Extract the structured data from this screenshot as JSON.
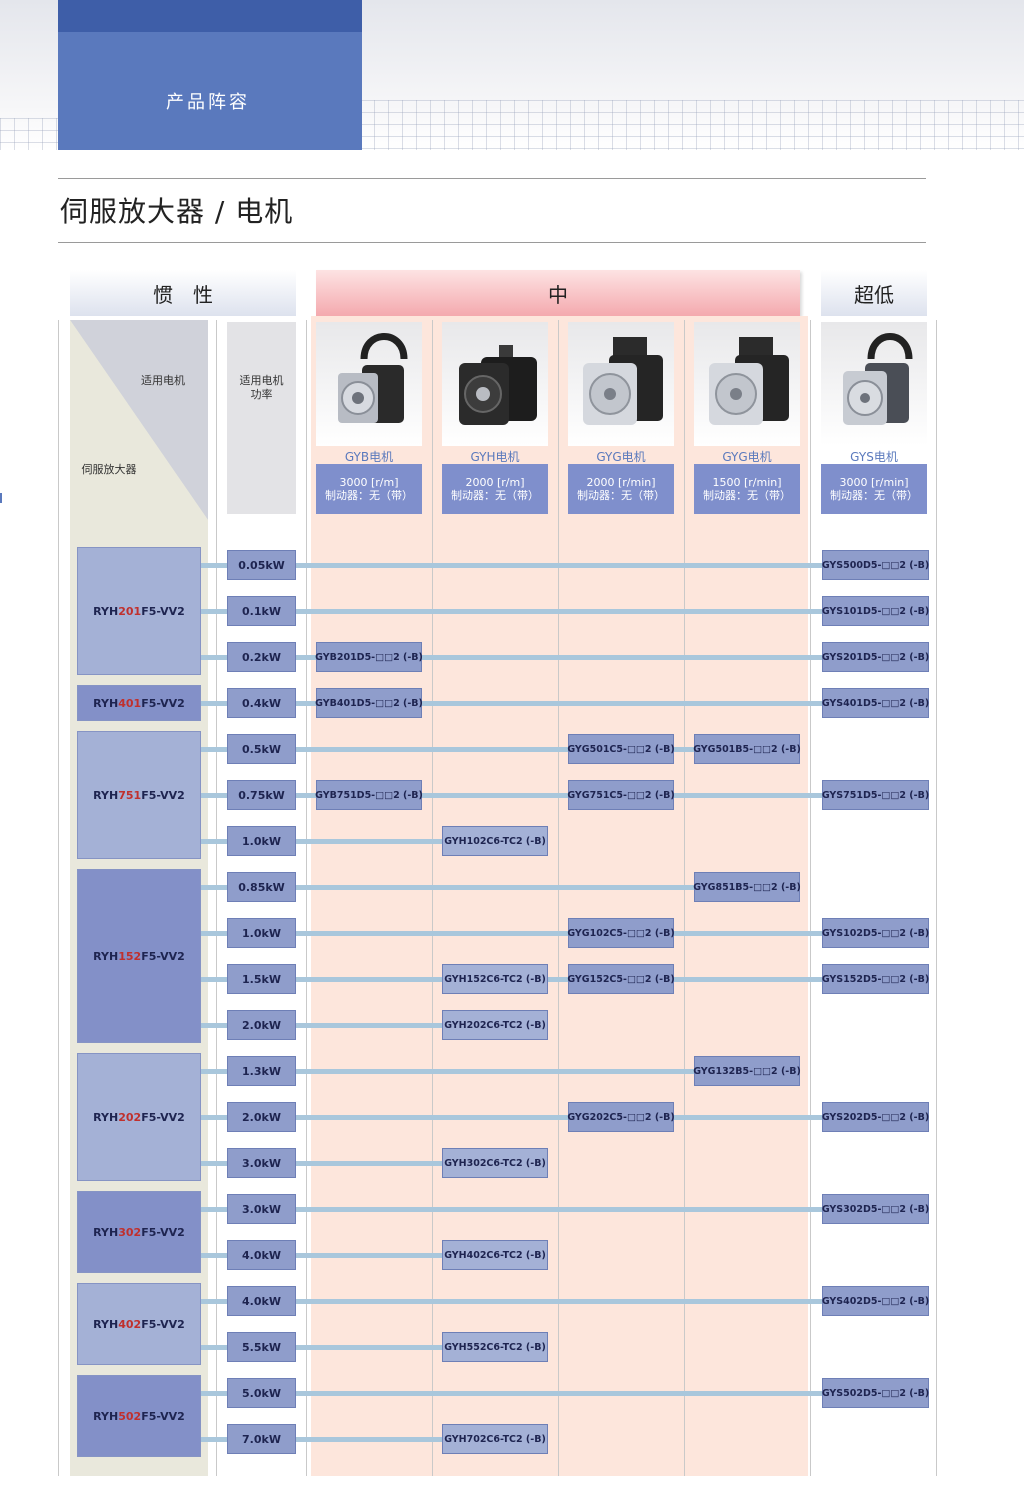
{
  "section_label": "产品阵容",
  "page_title": "伺服放大器 / 电机",
  "headers": {
    "inertia": "惯　性",
    "mid": "中",
    "ultralow": "超低"
  },
  "corner": {
    "motor_label": "适用电机",
    "amp_label": "伺服放大器",
    "power_label": "适用电机\n功率"
  },
  "motors": [
    {
      "name": "GYB电机",
      "speed": "3000 [r/m]",
      "brake": "制动器：无（带）"
    },
    {
      "name": "GYH电机",
      "speed": "2000 [r/m]",
      "brake": "制动器：无（带）"
    },
    {
      "name": "GYG电机",
      "speed": "2000 [r/min]",
      "brake": "制动器：无（带）"
    },
    {
      "name": "GYG电机",
      "speed": "1500 [r/min]",
      "brake": "制动器：无（带）"
    },
    {
      "name": "GYS电机",
      "speed": "3000 [r/min]",
      "brake": "制动器：无（带）"
    }
  ],
  "amplifiers": [
    {
      "prefix": "RYH",
      "code": "201",
      "suffix": "F5-VV2",
      "rows": [
        0,
        2
      ]
    },
    {
      "prefix": "RYH",
      "code": "401",
      "suffix": "F5-VV2",
      "rows": [
        3,
        3
      ]
    },
    {
      "prefix": "RYH",
      "code": "751",
      "suffix": "F5-VV2",
      "rows": [
        4,
        6
      ]
    },
    {
      "prefix": "RYH",
      "code": "152",
      "suffix": "F5-VV2",
      "rows": [
        7,
        10
      ]
    },
    {
      "prefix": "RYH",
      "code": "202",
      "suffix": "F5-VV2",
      "rows": [
        11,
        13
      ]
    },
    {
      "prefix": "RYH",
      "code": "302",
      "suffix": "F5-VV2",
      "rows": [
        14,
        15
      ]
    },
    {
      "prefix": "RYH",
      "code": "402",
      "suffix": "F5-VV2",
      "rows": [
        16,
        17
      ]
    },
    {
      "prefix": "RYH",
      "code": "502",
      "suffix": "F5-VV2",
      "rows": [
        18,
        19
      ]
    }
  ],
  "rows": [
    {
      "power": "0.05kW",
      "motors": [
        "",
        "",
        "",
        "",
        "GYS500D5-□□2 (-B)"
      ]
    },
    {
      "power": "0.1kW",
      "motors": [
        "",
        "",
        "",
        "",
        "GYS101D5-□□2 (-B)"
      ]
    },
    {
      "power": "0.2kW",
      "motors": [
        "GYB201D5-□□2 (-B)",
        "",
        "",
        "",
        "GYS201D5-□□2 (-B)"
      ]
    },
    {
      "power": "0.4kW",
      "motors": [
        "GYB401D5-□□2 (-B)",
        "",
        "",
        "",
        "GYS401D5-□□2 (-B)"
      ]
    },
    {
      "power": "0.5kW",
      "motors": [
        "",
        "",
        "GYG501C5-□□2 (-B)",
        "GYG501B5-□□2 (-B)",
        ""
      ]
    },
    {
      "power": "0.75kW",
      "motors": [
        "GYB751D5-□□2 (-B)",
        "",
        "GYG751C5-□□2 (-B)",
        "",
        "GYS751D5-□□2 (-B)"
      ]
    },
    {
      "power": "1.0kW",
      "motors": [
        "",
        "GYH102C6-TC2 (-B)",
        "",
        "",
        ""
      ]
    },
    {
      "power": "0.85kW",
      "motors": [
        "",
        "",
        "",
        "GYG851B5-□□2 (-B)",
        ""
      ]
    },
    {
      "power": "1.0kW",
      "motors": [
        "",
        "",
        "GYG102C5-□□2 (-B)",
        "",
        "GYS102D5-□□2 (-B)"
      ]
    },
    {
      "power": "1.5kW",
      "motors": [
        "",
        "GYH152C6-TC2 (-B)",
        "GYG152C5-□□2 (-B)",
        "",
        "GYS152D5-□□2 (-B)"
      ]
    },
    {
      "power": "2.0kW",
      "motors": [
        "",
        "GYH202C6-TC2 (-B)",
        "",
        "",
        ""
      ]
    },
    {
      "power": "1.3kW",
      "motors": [
        "",
        "",
        "",
        "GYG132B5-□□2 (-B)",
        ""
      ]
    },
    {
      "power": "2.0kW",
      "motors": [
        "",
        "",
        "GYG202C5-□□2 (-B)",
        "",
        "GYS202D5-□□2 (-B)"
      ]
    },
    {
      "power": "3.0kW",
      "motors": [
        "",
        "GYH302C6-TC2 (-B)",
        "",
        "",
        ""
      ]
    },
    {
      "power": "3.0kW",
      "motors": [
        "",
        "",
        "",
        "",
        "GYS302D5-□□2 (-B)"
      ]
    },
    {
      "power": "4.0kW",
      "motors": [
        "",
        "GYH402C6-TC2 (-B)",
        "",
        "",
        ""
      ]
    },
    {
      "power": "4.0kW",
      "motors": [
        "",
        "",
        "",
        "",
        "GYS402D5-□□2 (-B)"
      ]
    },
    {
      "power": "5.5kW",
      "motors": [
        "",
        "GYH552C6-TC2 (-B)",
        "",
        "",
        ""
      ]
    },
    {
      "power": "5.0kW",
      "motors": [
        "",
        "",
        "",
        "",
        "GYS502D5-□□2 (-B)"
      ]
    },
    {
      "power": "7.0kW",
      "motors": [
        "",
        "GYH702C6-TC2 (-B)",
        "",
        "",
        ""
      ]
    }
  ],
  "colors": {
    "accent": "#5a79bd",
    "highlight": "#c0302d",
    "mid_band": "#fde6dc",
    "bar": "#a9c7dc"
  }
}
